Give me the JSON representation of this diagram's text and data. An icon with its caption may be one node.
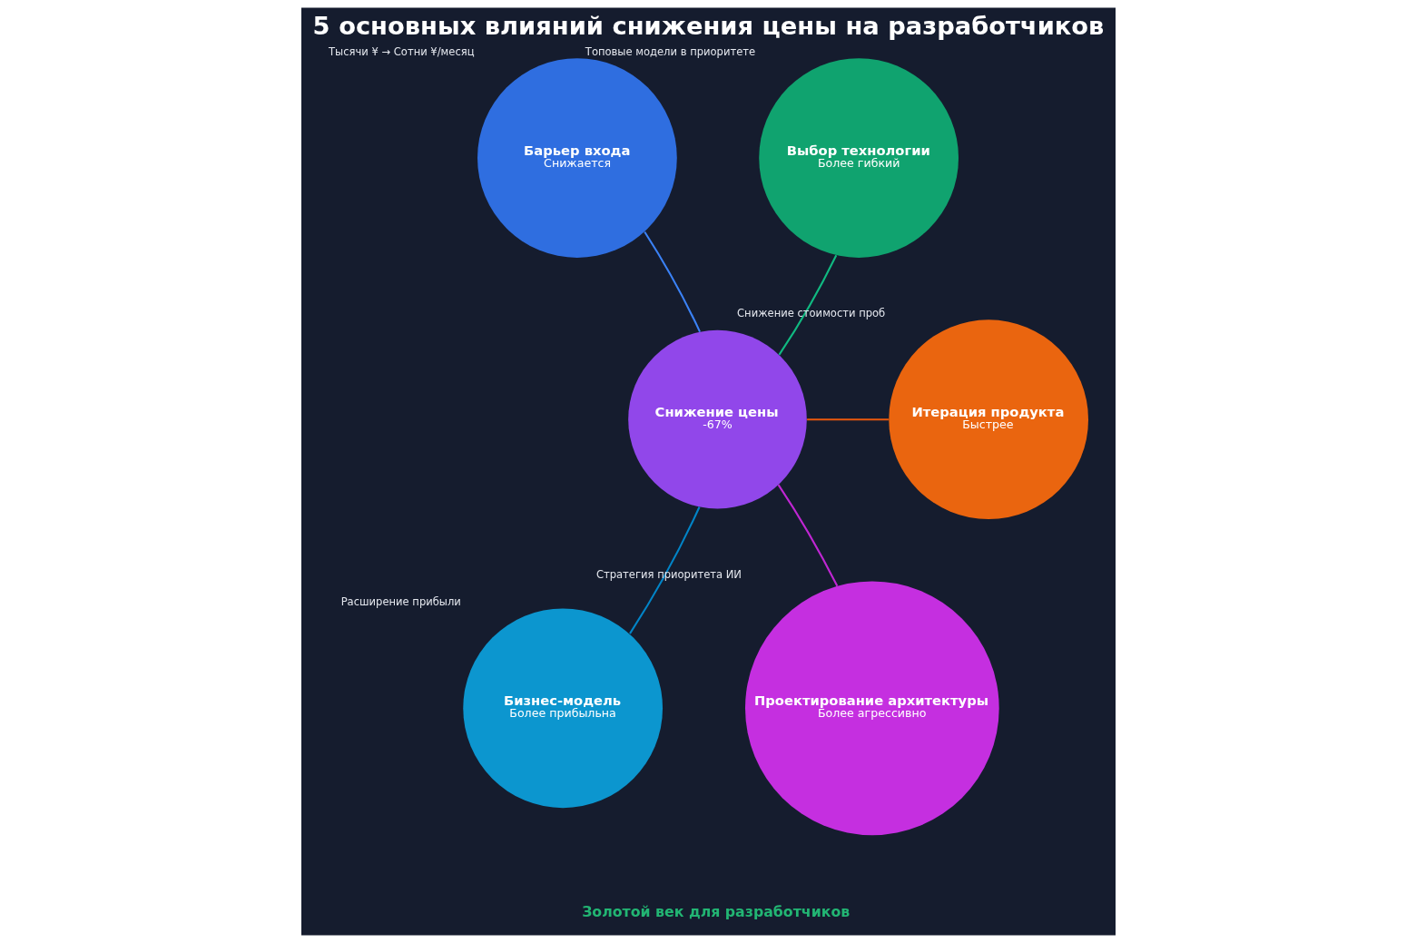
{
  "diagram": {
    "title": "5 основных влияний снижения цены на разработчиков",
    "caption": "Золотой век для разработчиков",
    "nodes": [
      {
        "text": [
          "Барьер входа",
          "Снижается"
        ],
        "beside": [
          "Тысячи ¥ → Сотни ¥/месяц"
        ]
      },
      {
        "text": [
          "Выбор технологии",
          "Более гибкий"
        ],
        "beside": [
          "Топовые модели в приоритете"
        ]
      },
      {
        "text": [
          "Снижение цены",
          "-67%"
        ]
      },
      {
        "text": [
          "Итерация продукта",
          "Быстрее"
        ],
        "beside": [
          "Снижение стоимости проб"
        ]
      },
      {
        "text": [
          "Бизнес-модель",
          "Более прибыльна"
        ],
        "beside": [
          "Расширение прибыли"
        ]
      },
      {
        "text": [
          "Проектирование архитектуры",
          "Более агрессивно"
        ],
        "beside": [
          "Стратегия приоритета ИИ"
        ]
      }
    ],
    "edges": [
      {
        "from": 2,
        "to": 0,
        "arrow": "none",
        "color": "#3b82f6"
      },
      {
        "from": 2,
        "to": 1,
        "arrow": "none",
        "color": "#10b981"
      },
      {
        "from": 2,
        "to": 3,
        "arrow": "none",
        "color": "#ea580c"
      },
      {
        "from": 2,
        "to": 4,
        "arrow": "none",
        "color": "#0284c7"
      },
      {
        "from": 2,
        "to": 5,
        "arrow": "none",
        "color": "#c026d3"
      }
    ]
  }
}
